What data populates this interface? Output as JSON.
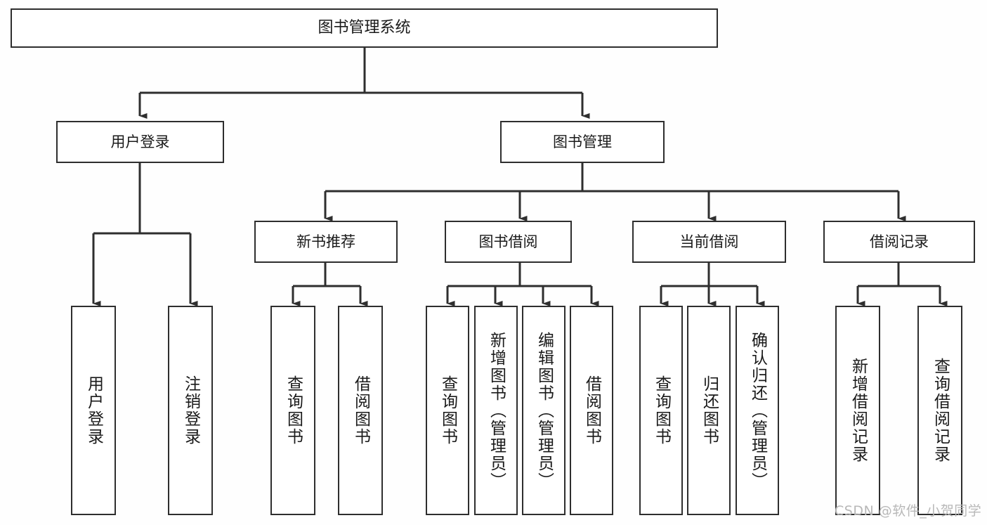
{
  "diagram": {
    "title": "图书管理系统",
    "type": "hierarchy-tree",
    "background_color": "#fefefe",
    "line_color": "#2e2e2e",
    "box_fill": "#ffffff",
    "text_color": "#1a1a1a"
  },
  "nodes": {
    "root": {
      "label": "图书管理系统"
    },
    "level1": [
      {
        "label": "用户登录"
      },
      {
        "label": "图书管理"
      }
    ],
    "level2": [
      {
        "label": "新书推荐"
      },
      {
        "label": "图书借阅"
      },
      {
        "label": "当前借阅"
      },
      {
        "label": "借阅记录"
      }
    ],
    "leaves": {
      "user_login": [
        {
          "label": "用户登录"
        },
        {
          "label": "注销登录"
        }
      ],
      "new_book_recommend": [
        {
          "label": "查询图书"
        },
        {
          "label": "借阅图书"
        }
      ],
      "book_borrow": [
        {
          "label": "查询图书"
        },
        {
          "label": "新增图书（管理员）"
        },
        {
          "label": "编辑图书（管理员）"
        },
        {
          "label": "借阅图书"
        }
      ],
      "current_borrow": [
        {
          "label": "查询图书"
        },
        {
          "label": "归还图书"
        },
        {
          "label": "确认归还（管理员）"
        }
      ],
      "borrow_record": [
        {
          "label": "新增借阅记录"
        },
        {
          "label": "查询借阅记录"
        }
      ]
    }
  },
  "watermark": {
    "text": "CSDN @软件_小贺同学"
  }
}
